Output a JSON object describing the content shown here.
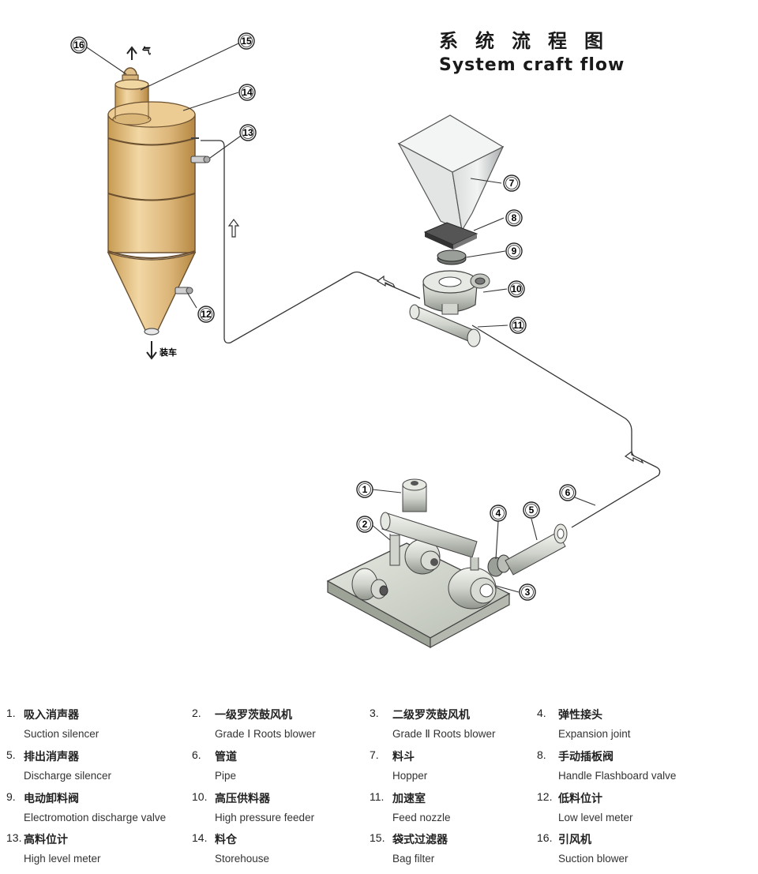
{
  "title": {
    "zh": "系统流程图",
    "en": "System craft flow"
  },
  "labels": {
    "top_arrow": "气",
    "bottom_arrow": "装车"
  },
  "legend": [
    {
      "num": "1.",
      "zh": "吸入消声器",
      "en": "Suction silencer"
    },
    {
      "num": "2.",
      "zh": "一级罗茨鼓风机",
      "en": "Grade Ⅰ Roots blower"
    },
    {
      "num": "3.",
      "zh": "二级罗茨鼓风机",
      "en": "Grade Ⅱ Roots blower"
    },
    {
      "num": "4.",
      "zh": "弹性接头",
      "en": "Expansion joint"
    },
    {
      "num": "5.",
      "zh": "排出消声器",
      "en": "Discharge silencer"
    },
    {
      "num": "6.",
      "zh": "管道",
      "en": "Pipe"
    },
    {
      "num": "7.",
      "zh": "料斗",
      "en": "Hopper"
    },
    {
      "num": "8.",
      "zh": "手动插板阀",
      "en": "Handle Flashboard valve"
    },
    {
      "num": "9.",
      "zh": "电动卸料阀",
      "en": "Electromotion discharge valve"
    },
    {
      "num": "10.",
      "zh": "高压供料器",
      "en": "High pressure feeder"
    },
    {
      "num": "11.",
      "zh": "加速室",
      "en": "Feed nozzle"
    },
    {
      "num": "12.",
      "zh": "低料位计",
      "en": "Low level meter"
    },
    {
      "num": "13.",
      "zh": "高料位计",
      "en": "High level meter"
    },
    {
      "num": "14.",
      "zh": "料仓",
      "en": "Storehouse"
    },
    {
      "num": "15.",
      "zh": "袋式过滤器",
      "en": "Bag filter"
    },
    {
      "num": "16.",
      "zh": "引风机",
      "en": "Suction blower"
    }
  ],
  "callouts": [
    "1",
    "2",
    "3",
    "4",
    "5",
    "6",
    "7",
    "8",
    "9",
    "10",
    "11",
    "12",
    "13",
    "14",
    "15",
    "16"
  ]
}
